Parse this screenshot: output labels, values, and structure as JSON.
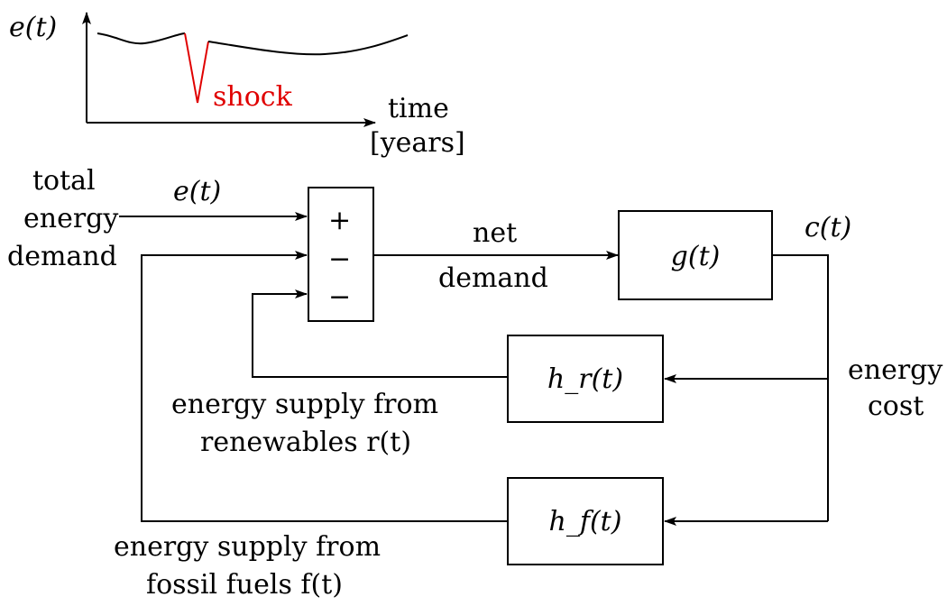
{
  "inset": {
    "ylabel": "e(t)",
    "xlabel_line1": "time",
    "xlabel_line2": "[years]",
    "shock_label": "shock",
    "shock_color": "#e00000"
  },
  "input": {
    "label_line1": "total",
    "label_line2": "energy",
    "label_line3": "demand",
    "signal": "e(t)"
  },
  "summer": {
    "sign_plus": "+",
    "sign_minus_1": "−",
    "sign_minus_2": "−"
  },
  "net_demand": {
    "line1": "net",
    "line2": "demand"
  },
  "blocks": {
    "g": "g(t)",
    "hr": "h_r(t)",
    "hf": "h_f(t)"
  },
  "output": {
    "signal": "c(t)",
    "label_line1": "energy",
    "label_line2": "cost"
  },
  "renewables": {
    "line1": "energy supply from",
    "line2": "renewables r(t)"
  },
  "fossil": {
    "line1": "energy supply from",
    "line2": "fossil fuels f(t)"
  }
}
